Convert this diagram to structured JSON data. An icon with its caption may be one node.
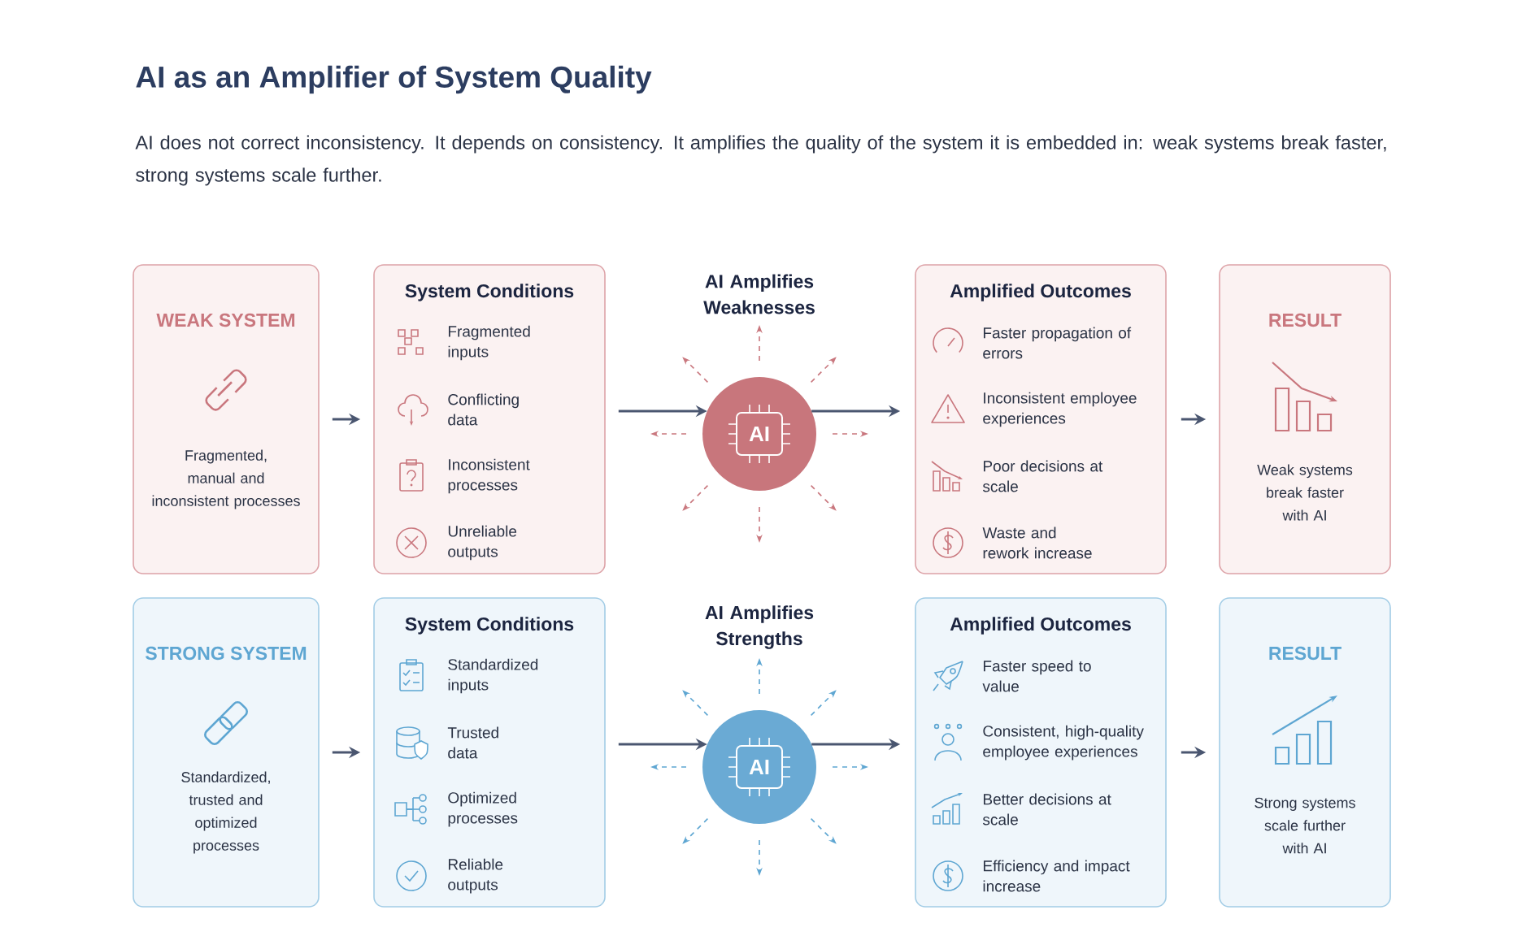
{
  "diagram": {
    "title": "AI as an Amplifier of System Quality",
    "caption": "AI does not correct inconsistency. It depends on consistency. It amplifies the quality of the system it is embedded in: weak systems break faster, strong systems scale further.",
    "nodes": [
      {
        "text": [
          "WEAK SYSTEM",
          "Fragmented, manual and inconsistent processes"
        ]
      },
      {
        "text": [
          "System Conditions",
          "Fragmented inputs",
          "Conflicting data",
          "Inconsistent processes",
          "Unreliable outputs"
        ]
      },
      {
        "text": [
          "AI"
        ],
        "beside": [
          "AI Amplifies Weaknesses"
        ]
      },
      {
        "text": [
          "Amplified Outcomes",
          "Faster propagation of errors",
          "Inconsistent employee experiences",
          "Poor decisions at scale",
          "Waste and rework increase"
        ]
      },
      {
        "text": [
          "RESULT",
          "Weak systems break faster with AI"
        ]
      },
      {
        "text": [
          "STRONG SYSTEM",
          "Standardized, trusted and optimized processes"
        ]
      },
      {
        "text": [
          "System Conditions",
          "Standardized inputs",
          "Trusted data",
          "Optimized processes",
          "Reliable outputs"
        ]
      },
      {
        "text": [
          "AI"
        ],
        "beside": [
          "AI Amplifies Strengths"
        ]
      },
      {
        "text": [
          "Amplified Outcomes",
          "Faster speed to value",
          "Consistent, high-quality employee experiences",
          "Better decisions at scale",
          "Efficiency and impact increase"
        ]
      },
      {
        "text": [
          "RESULT",
          "Strong systems scale further with AI"
        ]
      }
    ],
    "edges": [
      {
        "from": 0,
        "to": 1,
        "arrow": "to"
      },
      {
        "from": 1,
        "to": 2,
        "arrow": "to"
      },
      {
        "from": 2,
        "to": 3,
        "arrow": "to"
      },
      {
        "from": 3,
        "to": 4,
        "arrow": "to"
      },
      {
        "from": 5,
        "to": 6,
        "arrow": "to"
      },
      {
        "from": 6,
        "to": 7,
        "arrow": "to"
      },
      {
        "from": 7,
        "to": 8,
        "arrow": "to"
      },
      {
        "from": 8,
        "to": 9,
        "arrow": "to"
      }
    ]
  }
}
